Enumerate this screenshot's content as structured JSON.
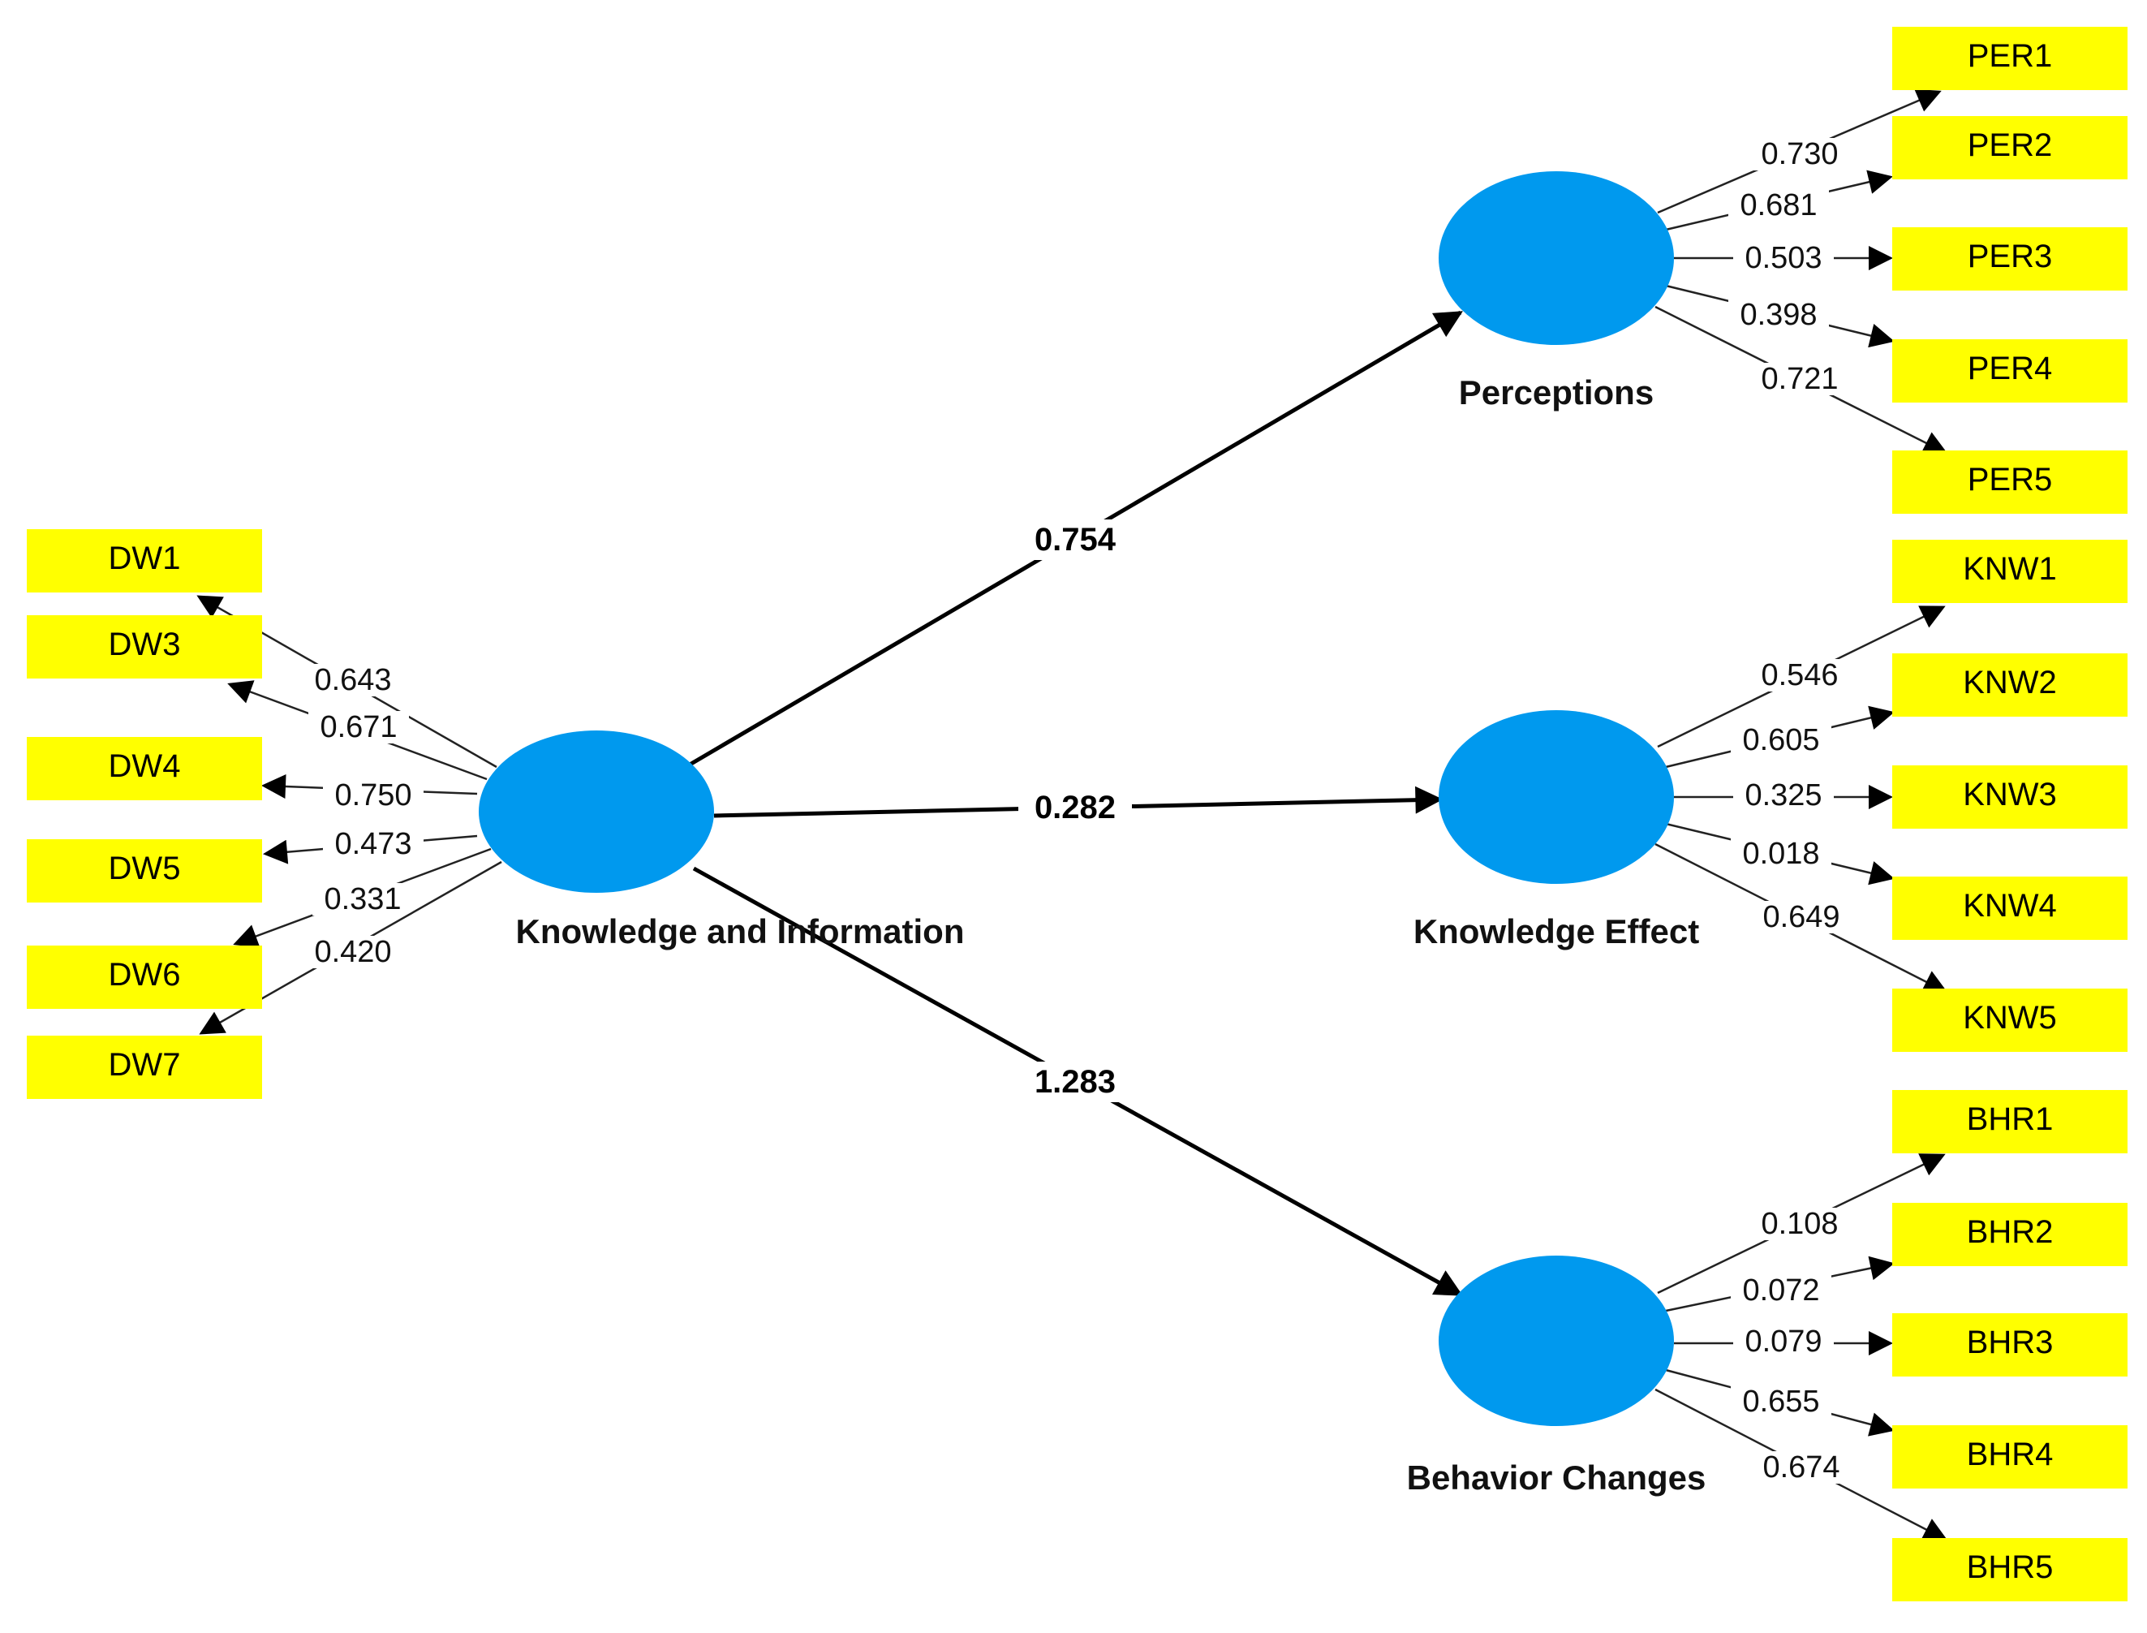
{
  "constructs": {
    "knowledge_info": "Knowledge and Information",
    "perceptions": "Perceptions",
    "knowledge_effect": "Knowledge Effect",
    "behavior_changes": "Behavior Changes"
  },
  "paths": {
    "to_perceptions": "0.754",
    "to_knowledge_effect": "0.282",
    "to_behavior_changes": "1.283"
  },
  "dw": [
    {
      "label": "DW1",
      "loading": "0.643"
    },
    {
      "label": "DW3",
      "loading": "0.671"
    },
    {
      "label": "DW4",
      "loading": "0.750"
    },
    {
      "label": "DW5",
      "loading": "0.473"
    },
    {
      "label": "DW6",
      "loading": "0.331"
    },
    {
      "label": "DW7",
      "loading": "0.420"
    }
  ],
  "per": [
    {
      "label": "PER1",
      "loading": "0.730"
    },
    {
      "label": "PER2",
      "loading": "0.681"
    },
    {
      "label": "PER3",
      "loading": "0.503"
    },
    {
      "label": "PER4",
      "loading": "0.398"
    },
    {
      "label": "PER5",
      "loading": "0.721"
    }
  ],
  "knw": [
    {
      "label": "KNW1",
      "loading": "0.546"
    },
    {
      "label": "KNW2",
      "loading": "0.605"
    },
    {
      "label": "KNW3",
      "loading": "0.325"
    },
    {
      "label": "KNW4",
      "loading": "0.018"
    },
    {
      "label": "KNW5",
      "loading": "0.649"
    }
  ],
  "bhr": [
    {
      "label": "BHR1",
      "loading": "0.108"
    },
    {
      "label": "BHR2",
      "loading": "0.072"
    },
    {
      "label": "BHR3",
      "loading": "0.079"
    },
    {
      "label": "BHR4",
      "loading": "0.655"
    },
    {
      "label": "BHR5",
      "loading": "0.674"
    }
  ],
  "colors": {
    "construct_fill": "#0099ee",
    "indicator_fill": "#ffff00",
    "line": "#000000"
  }
}
